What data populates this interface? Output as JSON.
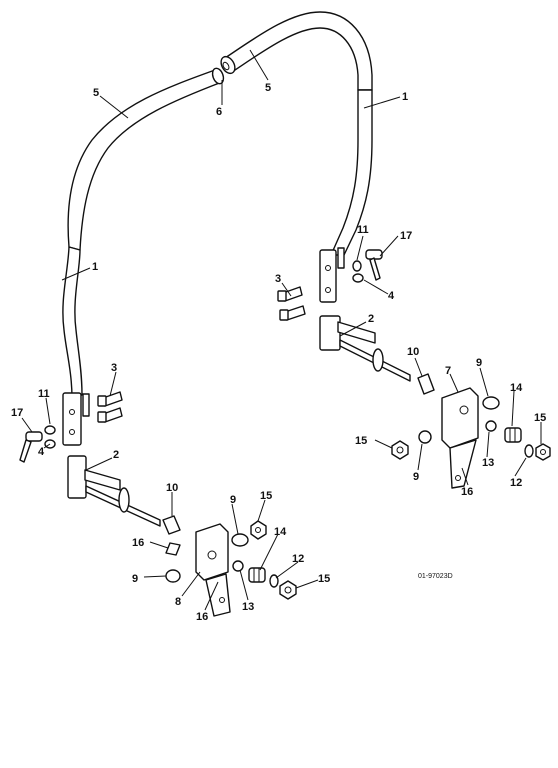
{
  "figure_ref": "01-97023D",
  "callouts": {
    "c1a": "1",
    "c1b": "1",
    "c2a": "2",
    "c2b": "2",
    "c3a": "3",
    "c3b": "3",
    "c4a": "4",
    "c4b": "4",
    "c5a": "5",
    "c5b": "5",
    "c6": "6",
    "c7": "7",
    "c8": "8",
    "c9a": "9",
    "c9b": "9",
    "c9c": "9",
    "c9d": "9",
    "c10a": "10",
    "c10b": "10",
    "c11a": "11",
    "c11b": "11",
    "c12a": "12",
    "c12b": "12",
    "c13a": "13",
    "c13b": "13",
    "c14a": "14",
    "c14b": "14",
    "c15a": "15",
    "c15b": "15",
    "c15c": "15",
    "c15d": "15",
    "c16a": "16",
    "c16b": "16",
    "c16c": "16",
    "c17a": "17",
    "c17b": "17"
  }
}
